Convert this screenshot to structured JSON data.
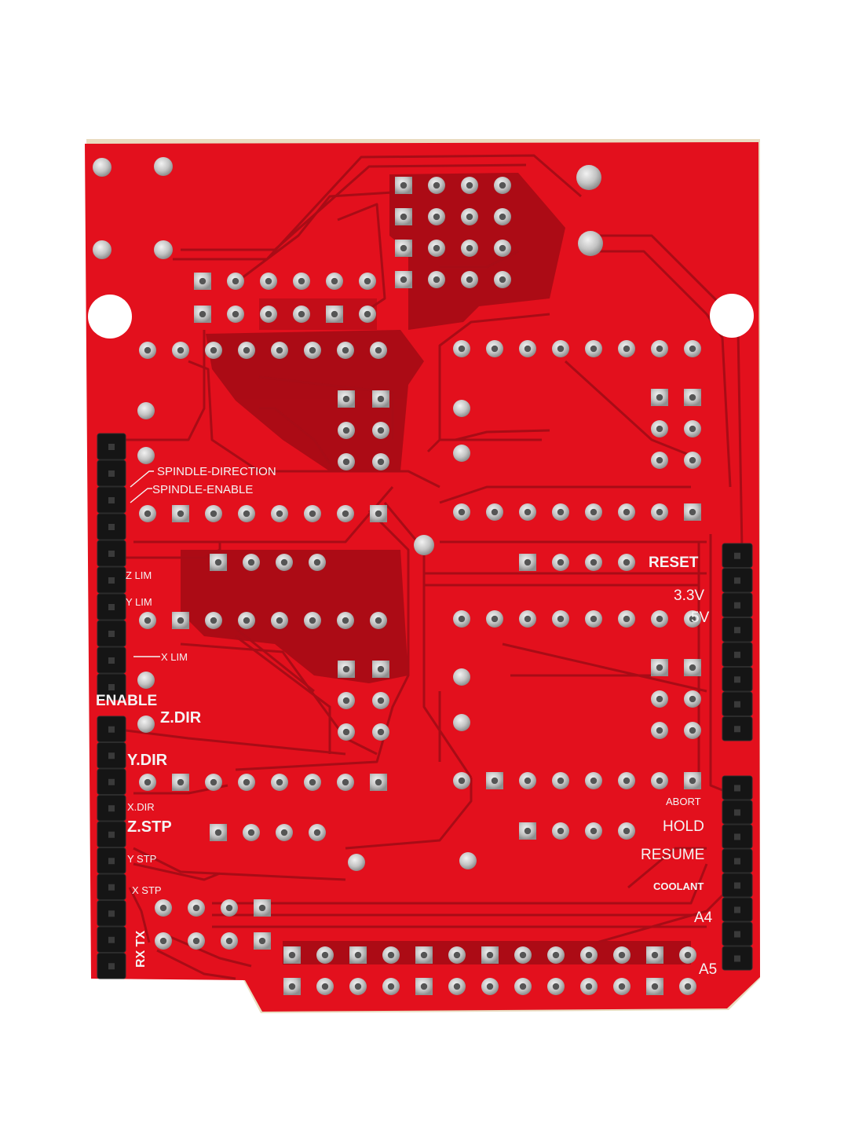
{
  "board_labels": {
    "spindle_direction": "SPINDLE-DIRECTION",
    "spindle_enable": "SPINDLE-ENABLE",
    "z_lim": "Z LIM",
    "y_lim": "Y LIM",
    "x_lim": "X LIM",
    "enable": "ENABLE",
    "z_dir": "Z.DIR",
    "y_dir": "Y.DIR",
    "x_dir": "X.DIR",
    "z_stp": "Z.STP",
    "y_stp": "Y STP",
    "x_stp": "X STP",
    "rx_tx": "RX TX",
    "reset": "RESET",
    "v33": "3.3V",
    "v5": "5V",
    "abort": "ABORT",
    "hold": "HOLD",
    "resume": "RESUME",
    "coolant": "COOLANT",
    "a4": "A4",
    "a5": "A5"
  },
  "colors": {
    "background": "#ffffff",
    "board_red": "#e3101d",
    "trace_dark": "#a80c16",
    "copper_pour": "#990a12",
    "pad_silver": "#c9c9c9",
    "header_black": "#151515",
    "silkscreen": "#f4f4f4",
    "fr4_edge": "#e9dcc0"
  }
}
